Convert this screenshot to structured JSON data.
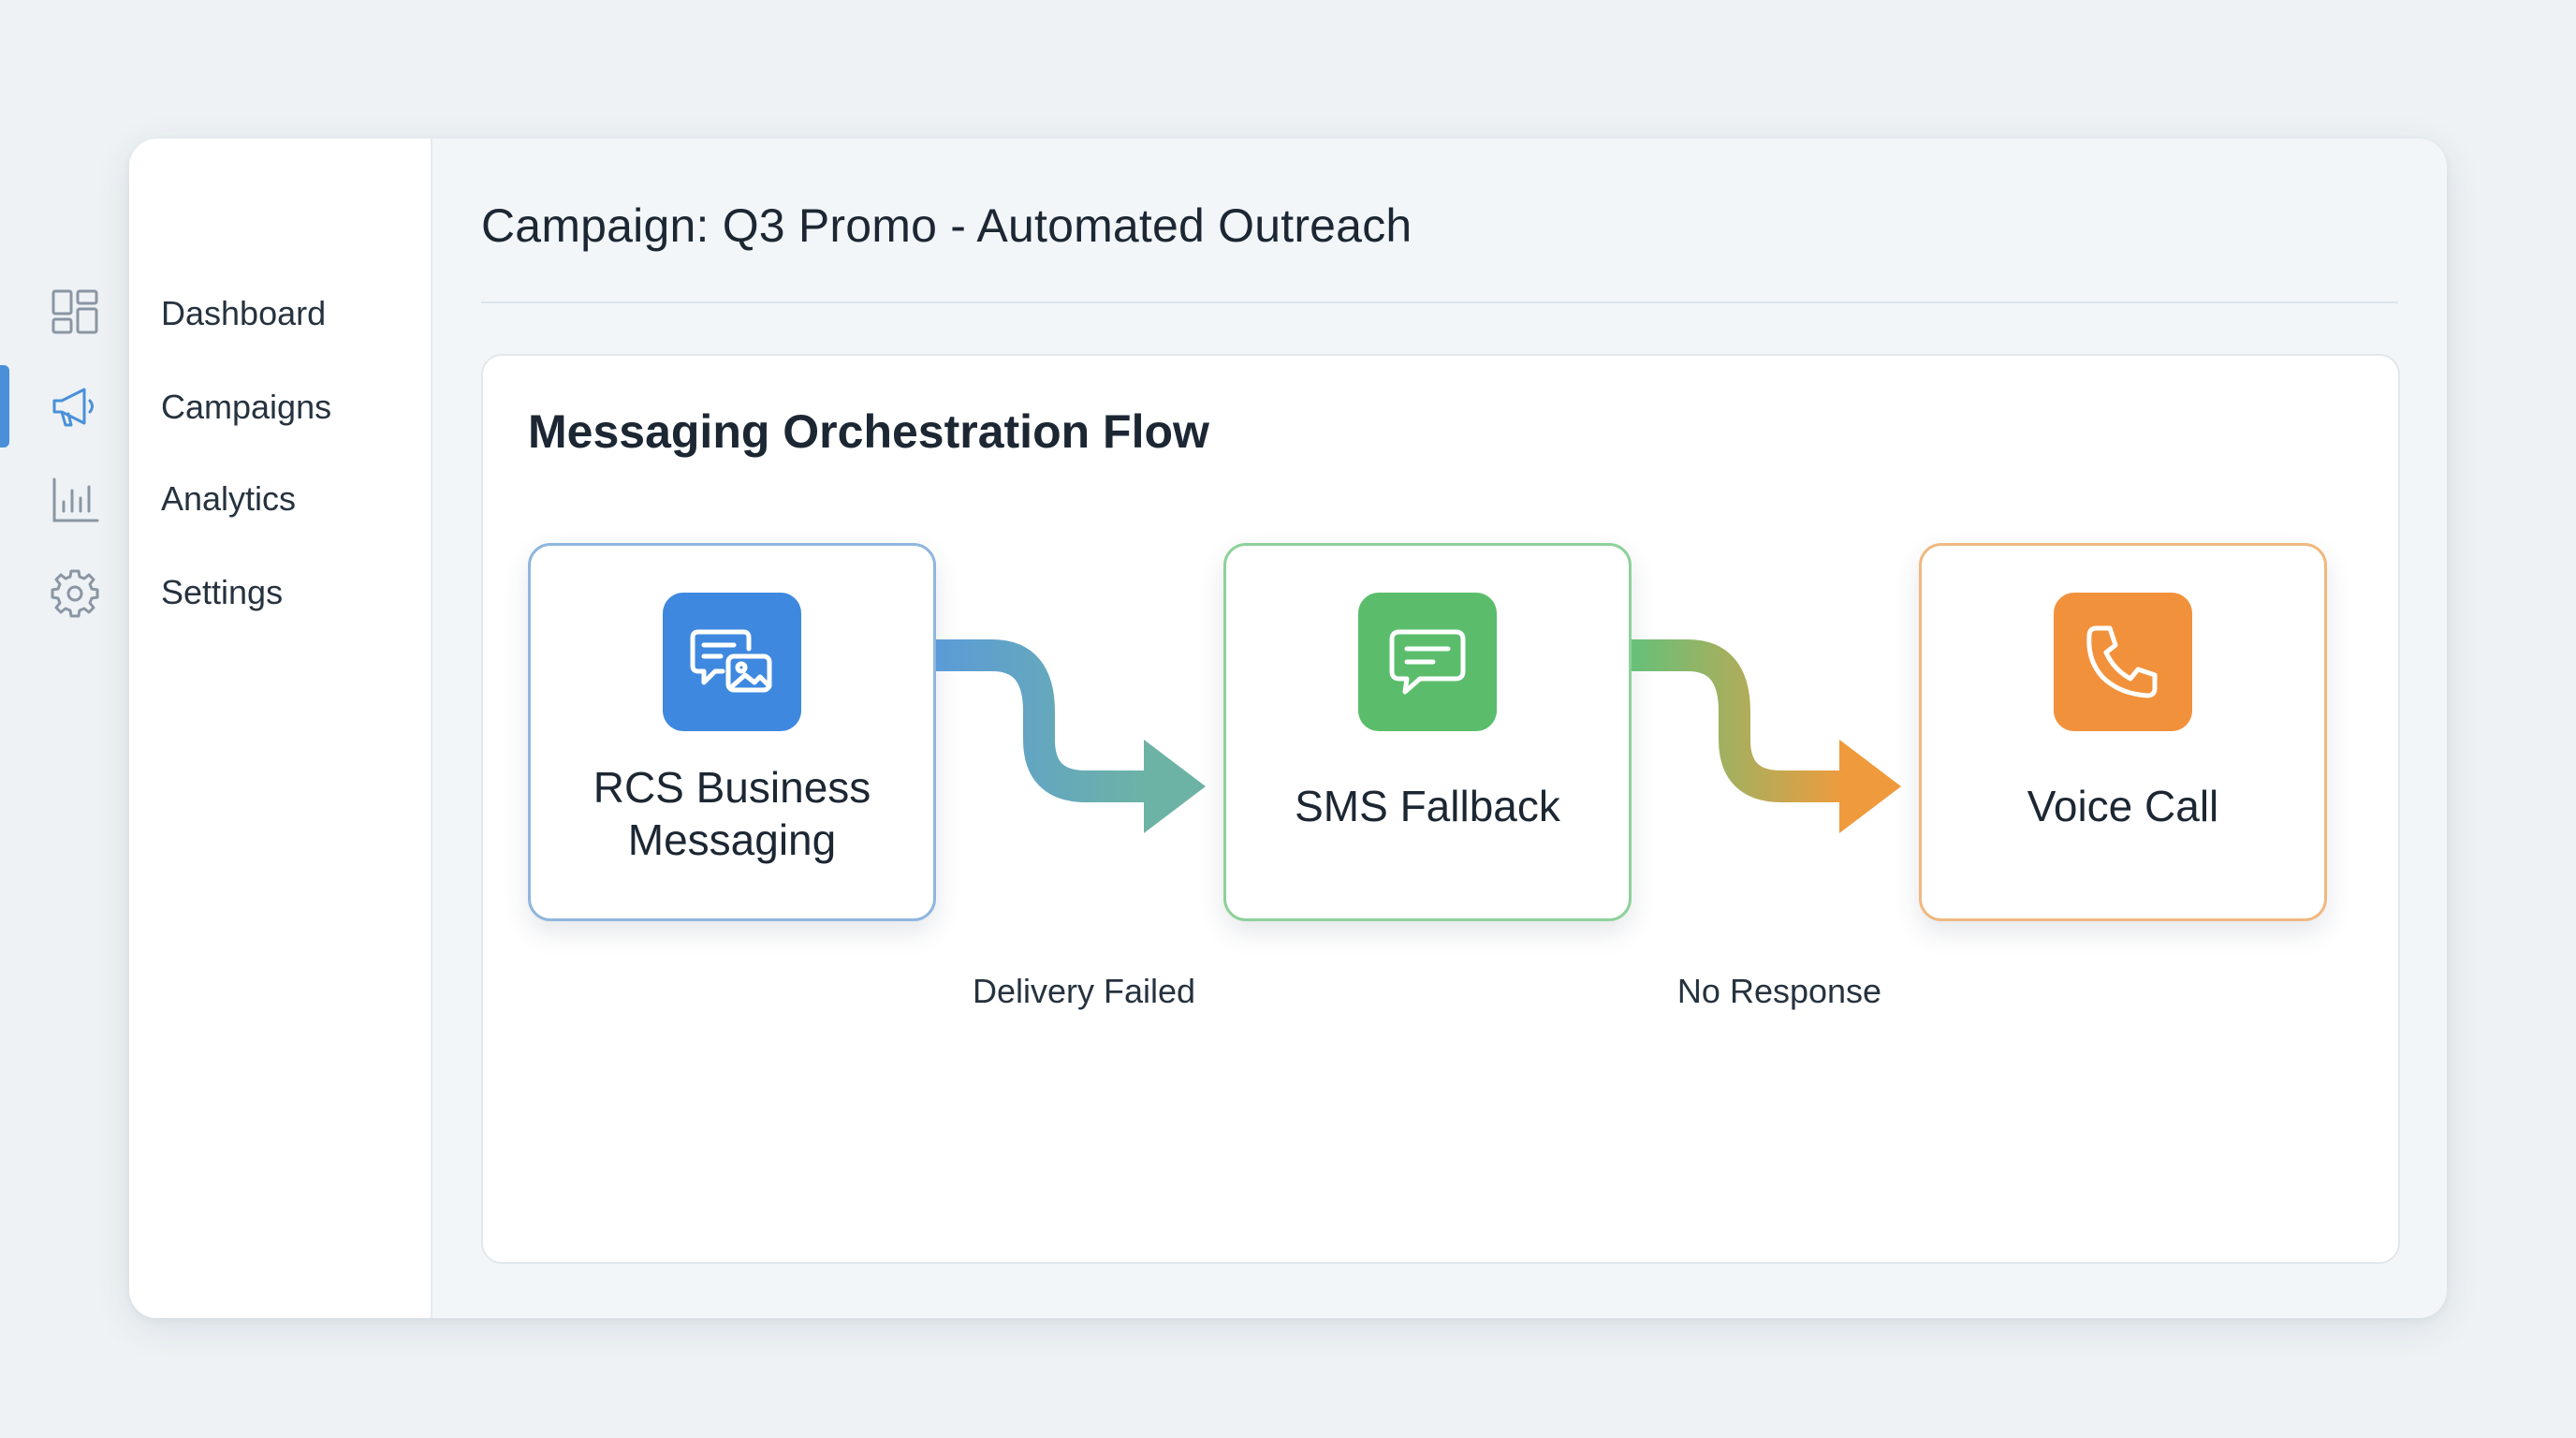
{
  "sidebar": {
    "items": [
      {
        "label": "Dashboard",
        "icon": "dashboard-icon",
        "active": false
      },
      {
        "label": "Campaigns",
        "icon": "megaphone-icon",
        "active": true
      },
      {
        "label": "Analytics",
        "icon": "analytics-icon",
        "active": false
      },
      {
        "label": "Settings",
        "icon": "gear-icon",
        "active": false
      }
    ],
    "accent_color": "#4a90d9"
  },
  "header": {
    "title": "Campaign: Q3 Promo - Automated Outreach"
  },
  "flow": {
    "title": "Messaging Orchestration Flow",
    "steps": [
      {
        "label_line1": "RCS Business",
        "label_line2": "Messaging",
        "icon": "rcs-chat-image-icon",
        "color": "#3f88e0"
      },
      {
        "label": "SMS Fallback",
        "icon": "sms-message-icon",
        "color": "#5bbd6c"
      },
      {
        "label": "Voice Call",
        "icon": "phone-icon",
        "color": "#f2913b"
      }
    ],
    "conditions": [
      {
        "label": "Delivery Failed"
      },
      {
        "label": "No Response"
      }
    ]
  }
}
